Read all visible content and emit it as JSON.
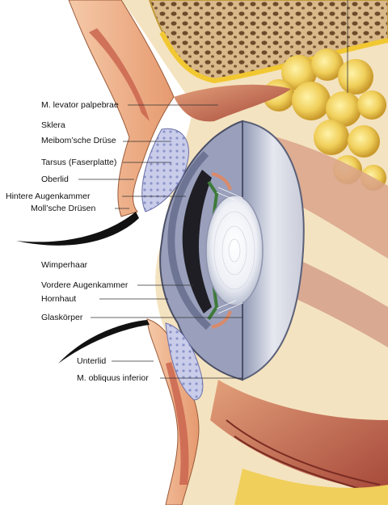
{
  "diagram": {
    "labels": [
      {
        "id": "levator",
        "text": "M. levator palpebrae"
      },
      {
        "id": "sklera",
        "text": "Sklera"
      },
      {
        "id": "meibom",
        "text": "Meibom’sche Drüse"
      },
      {
        "id": "tarsus",
        "text": "Tarsus (Faserplatte)"
      },
      {
        "id": "oberlid",
        "text": "Oberlid"
      },
      {
        "id": "hintere",
        "text": "Hintere Augenkammer"
      },
      {
        "id": "moll",
        "text": "Moll’sche Drüsen"
      },
      {
        "id": "wimper",
        "text": "Wimperhaar"
      },
      {
        "id": "vordere",
        "text": "Vordere Augenkammer"
      },
      {
        "id": "hornhaut",
        "text": "Hornhaut"
      },
      {
        "id": "glas",
        "text": "Glaskörper"
      },
      {
        "id": "unterlid",
        "text": "Unterlid"
      },
      {
        "id": "obliquus",
        "text": "M. obliquus inferior"
      }
    ]
  }
}
